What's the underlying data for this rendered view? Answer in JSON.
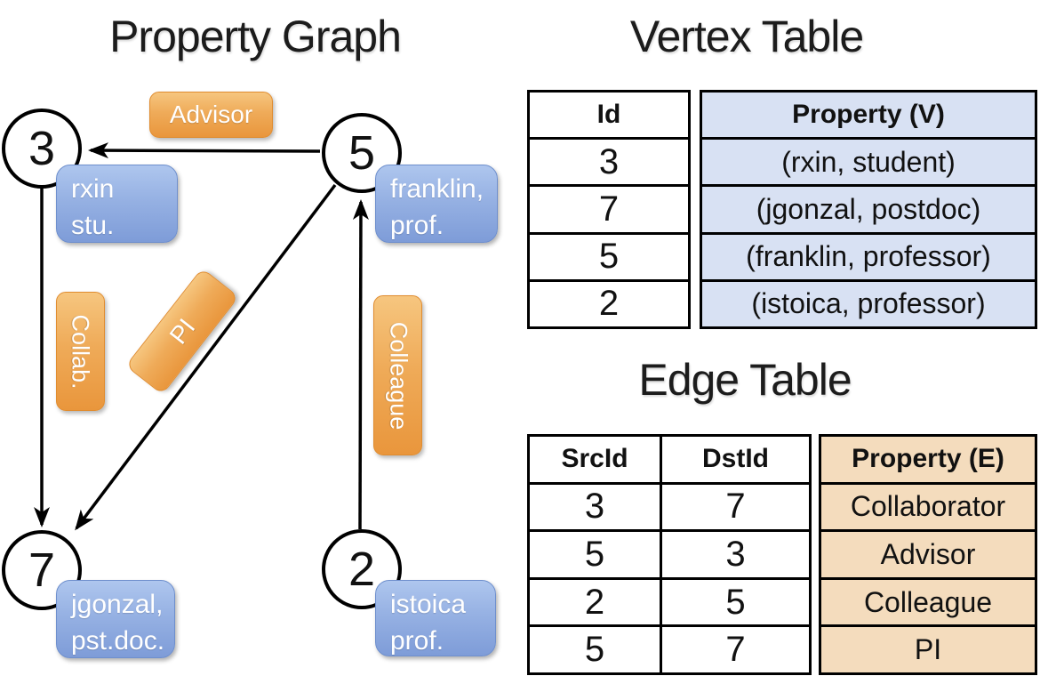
{
  "graph": {
    "title": "Property Graph",
    "vertices": [
      {
        "id": "3",
        "label_line1": "rxin",
        "label_line2": "stu."
      },
      {
        "id": "5",
        "label_line1": "franklin,",
        "label_line2": "prof."
      },
      {
        "id": "7",
        "label_line1": "jgonzal,",
        "label_line2": "pst.doc."
      },
      {
        "id": "2",
        "label_line1": "istoica",
        "label_line2": "prof."
      }
    ],
    "edges": [
      {
        "src": "5",
        "dst": "3",
        "label": "Advisor"
      },
      {
        "src": "3",
        "dst": "7",
        "label": "Collab."
      },
      {
        "src": "5",
        "dst": "7",
        "label": "PI"
      },
      {
        "src": "2",
        "dst": "5",
        "label": "Colleague"
      }
    ]
  },
  "vertex_table": {
    "title": "Vertex Table",
    "columns": {
      "id": "Id",
      "property": "Property (V)"
    },
    "rows": [
      {
        "id": "3",
        "property": "(rxin, student)"
      },
      {
        "id": "7",
        "property": "(jgonzal, postdoc)"
      },
      {
        "id": "5",
        "property": "(franklin, professor)"
      },
      {
        "id": "2",
        "property": "(istoica, professor)"
      }
    ]
  },
  "edge_table": {
    "title": "Edge Table",
    "columns": {
      "src": "SrcId",
      "dst": "DstId",
      "property": "Property (E)"
    },
    "rows": [
      {
        "src": "3",
        "dst": "7",
        "property": "Collaborator"
      },
      {
        "src": "5",
        "dst": "3",
        "property": "Advisor"
      },
      {
        "src": "2",
        "dst": "5",
        "property": "Colleague"
      },
      {
        "src": "5",
        "dst": "7",
        "property": "PI"
      }
    ]
  },
  "colors": {
    "edge_label_gradient_top": "#f6c67f",
    "edge_label_gradient_bottom": "#e9963c",
    "vertex_label_gradient_top": "#aec6ee",
    "vertex_label_gradient_bottom": "#7e9cd8",
    "vertex_property_cell_bg": "#d8e1f3",
    "edge_property_cell_bg": "#f4dcbd",
    "stroke": "#000000",
    "text_light": "#ffffff",
    "text_dark": "#111111"
  }
}
